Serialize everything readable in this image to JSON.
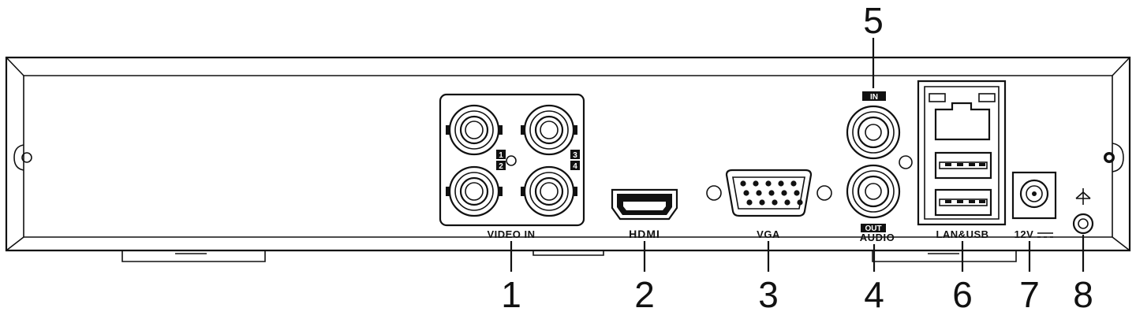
{
  "callouts": [
    "1",
    "2",
    "3",
    "4",
    "5",
    "6",
    "7",
    "8"
  ],
  "ports": {
    "video_in": {
      "label": "VIDEO IN",
      "channels": [
        "1",
        "2",
        "3",
        "4"
      ]
    },
    "hdmi": {
      "label": "HDMI"
    },
    "vga": {
      "label": "VGA"
    },
    "audio": {
      "label": "AUDIO",
      "in_tag": "IN",
      "out_tag": "OUT"
    },
    "lan_usb": {
      "label": "LAN&USB"
    },
    "power": {
      "label": "12V"
    }
  },
  "icons": [
    "ground-icon",
    "dc-power-icon"
  ]
}
